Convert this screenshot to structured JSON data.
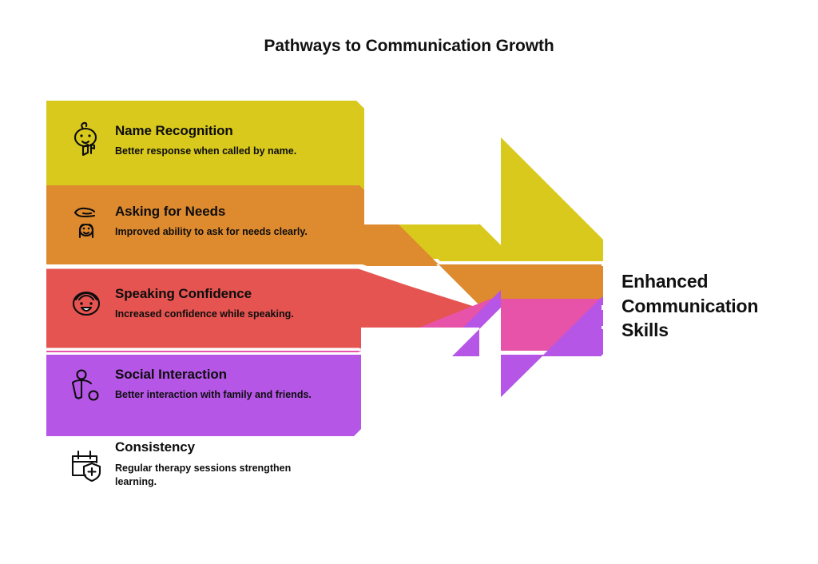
{
  "title": "Pathways to Communication Growth",
  "outcome": "Enhanced Communication Skills",
  "palette": {
    "band1": "#D9C91C",
    "band2": "#DE8A2E",
    "band3": "#E55450",
    "band4": "#E653A8",
    "band5": "#B556E6",
    "text": "#0d0d0d",
    "background": "#ffffff"
  },
  "chart_data": {
    "type": "diagram",
    "diagram_type": "converging-arrow",
    "title": "Pathways to Communication Growth",
    "outcome": "Enhanced Communication Skills",
    "direction": "left-to-right",
    "count": 5,
    "bands": [
      {
        "index": 1,
        "title": "Name Recognition",
        "description": "Better response when called by name.",
        "color": "#D9C91C",
        "icon": "baby-face-sound-icon"
      },
      {
        "index": 2,
        "title": "Asking for Needs",
        "description": "Improved ability to ask for needs clearly.",
        "color": "#DE8A2E",
        "icon": "hand-reaching-child-icon"
      },
      {
        "index": 3,
        "title": "Speaking Confidence",
        "description": "Increased confidence while speaking.",
        "color": "#E55450",
        "icon": "smiling-face-icon"
      },
      {
        "index": 4,
        "title": "Social Interaction",
        "description": "Better interaction with family and friends.",
        "color": "#E653A8",
        "icon": "person-arms-out-icon"
      },
      {
        "index": 5,
        "title": "Consistency",
        "description": "Regular therapy sessions strengthen learning.",
        "color": "#B556E6",
        "icon": "calendar-shield-plus-icon"
      }
    ]
  }
}
